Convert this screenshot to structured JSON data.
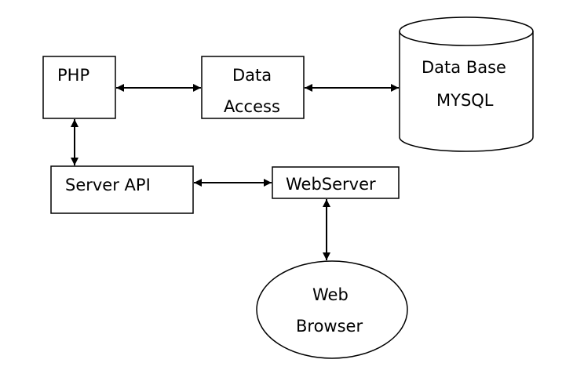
{
  "nodes": {
    "php": {
      "label": "PHP"
    },
    "data_access": {
      "line1": "Data",
      "line2": "Access"
    },
    "database": {
      "line1": "Data Base",
      "line2": "MYSQL"
    },
    "server_api": {
      "label": "Server API"
    },
    "webserver": {
      "label": "WebServer"
    },
    "web_browser": {
      "line1": "Web",
      "line2": "Browser"
    }
  },
  "edges": [
    {
      "from": "PHP",
      "to": "Data Access",
      "direction": "bidirectional"
    },
    {
      "from": "Data Access",
      "to": "Data Base MYSQL",
      "direction": "bidirectional"
    },
    {
      "from": "PHP",
      "to": "Server API",
      "direction": "bidirectional"
    },
    {
      "from": "Server API",
      "to": "WebServer",
      "direction": "bidirectional"
    },
    {
      "from": "WebServer",
      "to": "Web Browser",
      "direction": "bidirectional"
    }
  ],
  "colors": {
    "stroke": "#000000",
    "background": "#ffffff"
  }
}
